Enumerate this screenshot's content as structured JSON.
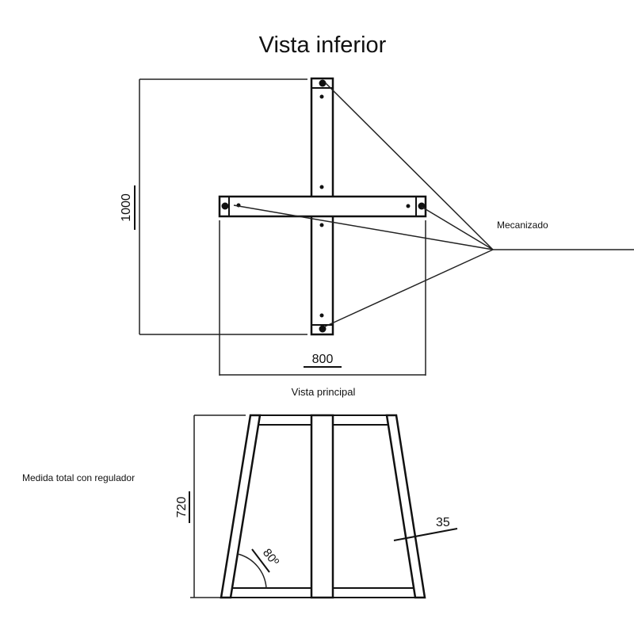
{
  "title": "Vista inferior",
  "top_view": {
    "dim_depth": "1000",
    "dim_width": "800",
    "callout": "Mecanizado"
  },
  "front_view": {
    "title": "Vista principal",
    "dim_height": "720",
    "dim_height_note": "Medida total con regulador",
    "angle": "80º",
    "profile": "35"
  }
}
